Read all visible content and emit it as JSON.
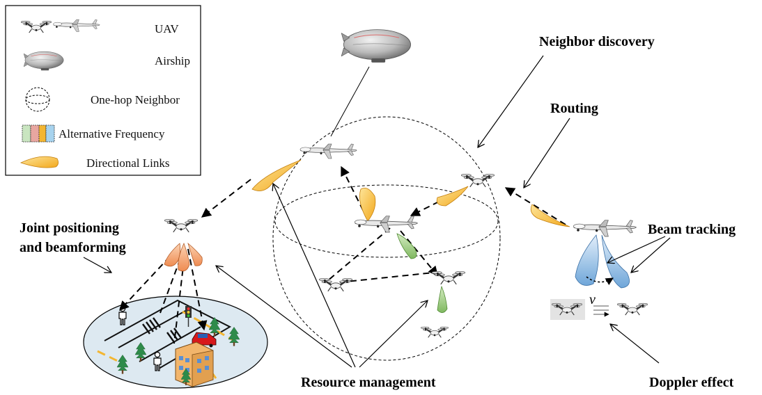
{
  "legend": {
    "uav": "UAV",
    "airship": "Airship",
    "neighbor": "One-hop Neighbor",
    "frequency": "Alternative Frequency",
    "links": "Directional Links"
  },
  "labels": {
    "neighbor_discovery": "Neighbor discovery",
    "routing": "Routing",
    "joint_line1": "Joint positioning",
    "joint_line2": "and beamforming",
    "beam_tracking": "Beam tracking",
    "resource_management": "Resource management",
    "doppler_effect": "Doppler effect",
    "velocity_symbol": "v"
  },
  "colors": {
    "beam_orange": "#f7b733",
    "beam_green": "#9ccb7f",
    "beam_blue": "#8db9e3",
    "beam_salmon": "#f2a06a",
    "ground": "#dde9f1"
  },
  "icons": [
    "quadcopter-icon",
    "fixed-wing-uav-icon",
    "airship-icon",
    "sphere-icon",
    "frequency-bands-icon",
    "beam-icon",
    "tree-icon",
    "person-icon",
    "traffic-light-icon",
    "car-icon",
    "building-icon"
  ]
}
